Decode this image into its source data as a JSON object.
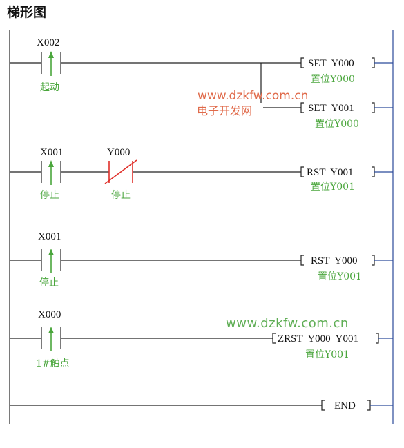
{
  "title": "梯形图",
  "watermarks": {
    "url_top": "www.dzkfw.com.cn",
    "site_name": "电子开发网",
    "url_bottom": "www.dzkfw.com.cn"
  },
  "rungs": [
    {
      "contacts": [
        {
          "type": "NO",
          "address": "X002",
          "label": "起动"
        }
      ],
      "outputs": [
        {
          "instruction": "SET  Y000",
          "comment": "置位Y000"
        },
        {
          "instruction": "SET  Y001",
          "comment": "置位Y000"
        }
      ]
    },
    {
      "contacts": [
        {
          "type": "NO",
          "address": "X001",
          "label": "停止"
        },
        {
          "type": "NC",
          "address": "Y000",
          "label": "停止"
        }
      ],
      "outputs": [
        {
          "instruction": "RST  Y001",
          "comment": "置位Y001"
        }
      ]
    },
    {
      "contacts": [
        {
          "type": "NO",
          "address": "X001",
          "label": "停止"
        }
      ],
      "outputs": [
        {
          "instruction": "RST  Y000",
          "comment": "置位Y001"
        }
      ]
    },
    {
      "contacts": [
        {
          "type": "NO",
          "address": "X000",
          "label": "1#触点"
        }
      ],
      "outputs": [
        {
          "instruction": "ZRST  Y000  Y001",
          "comment": "置位Y001"
        }
      ]
    },
    {
      "contacts": [],
      "outputs": [
        {
          "instruction": "END",
          "comment": ""
        }
      ]
    }
  ],
  "colors": {
    "label_green": "#4aa63c",
    "nc_contact_red": "#e0302a",
    "right_rail_blue": "#2b4a9a",
    "watermark_red": "#e06a4a"
  }
}
